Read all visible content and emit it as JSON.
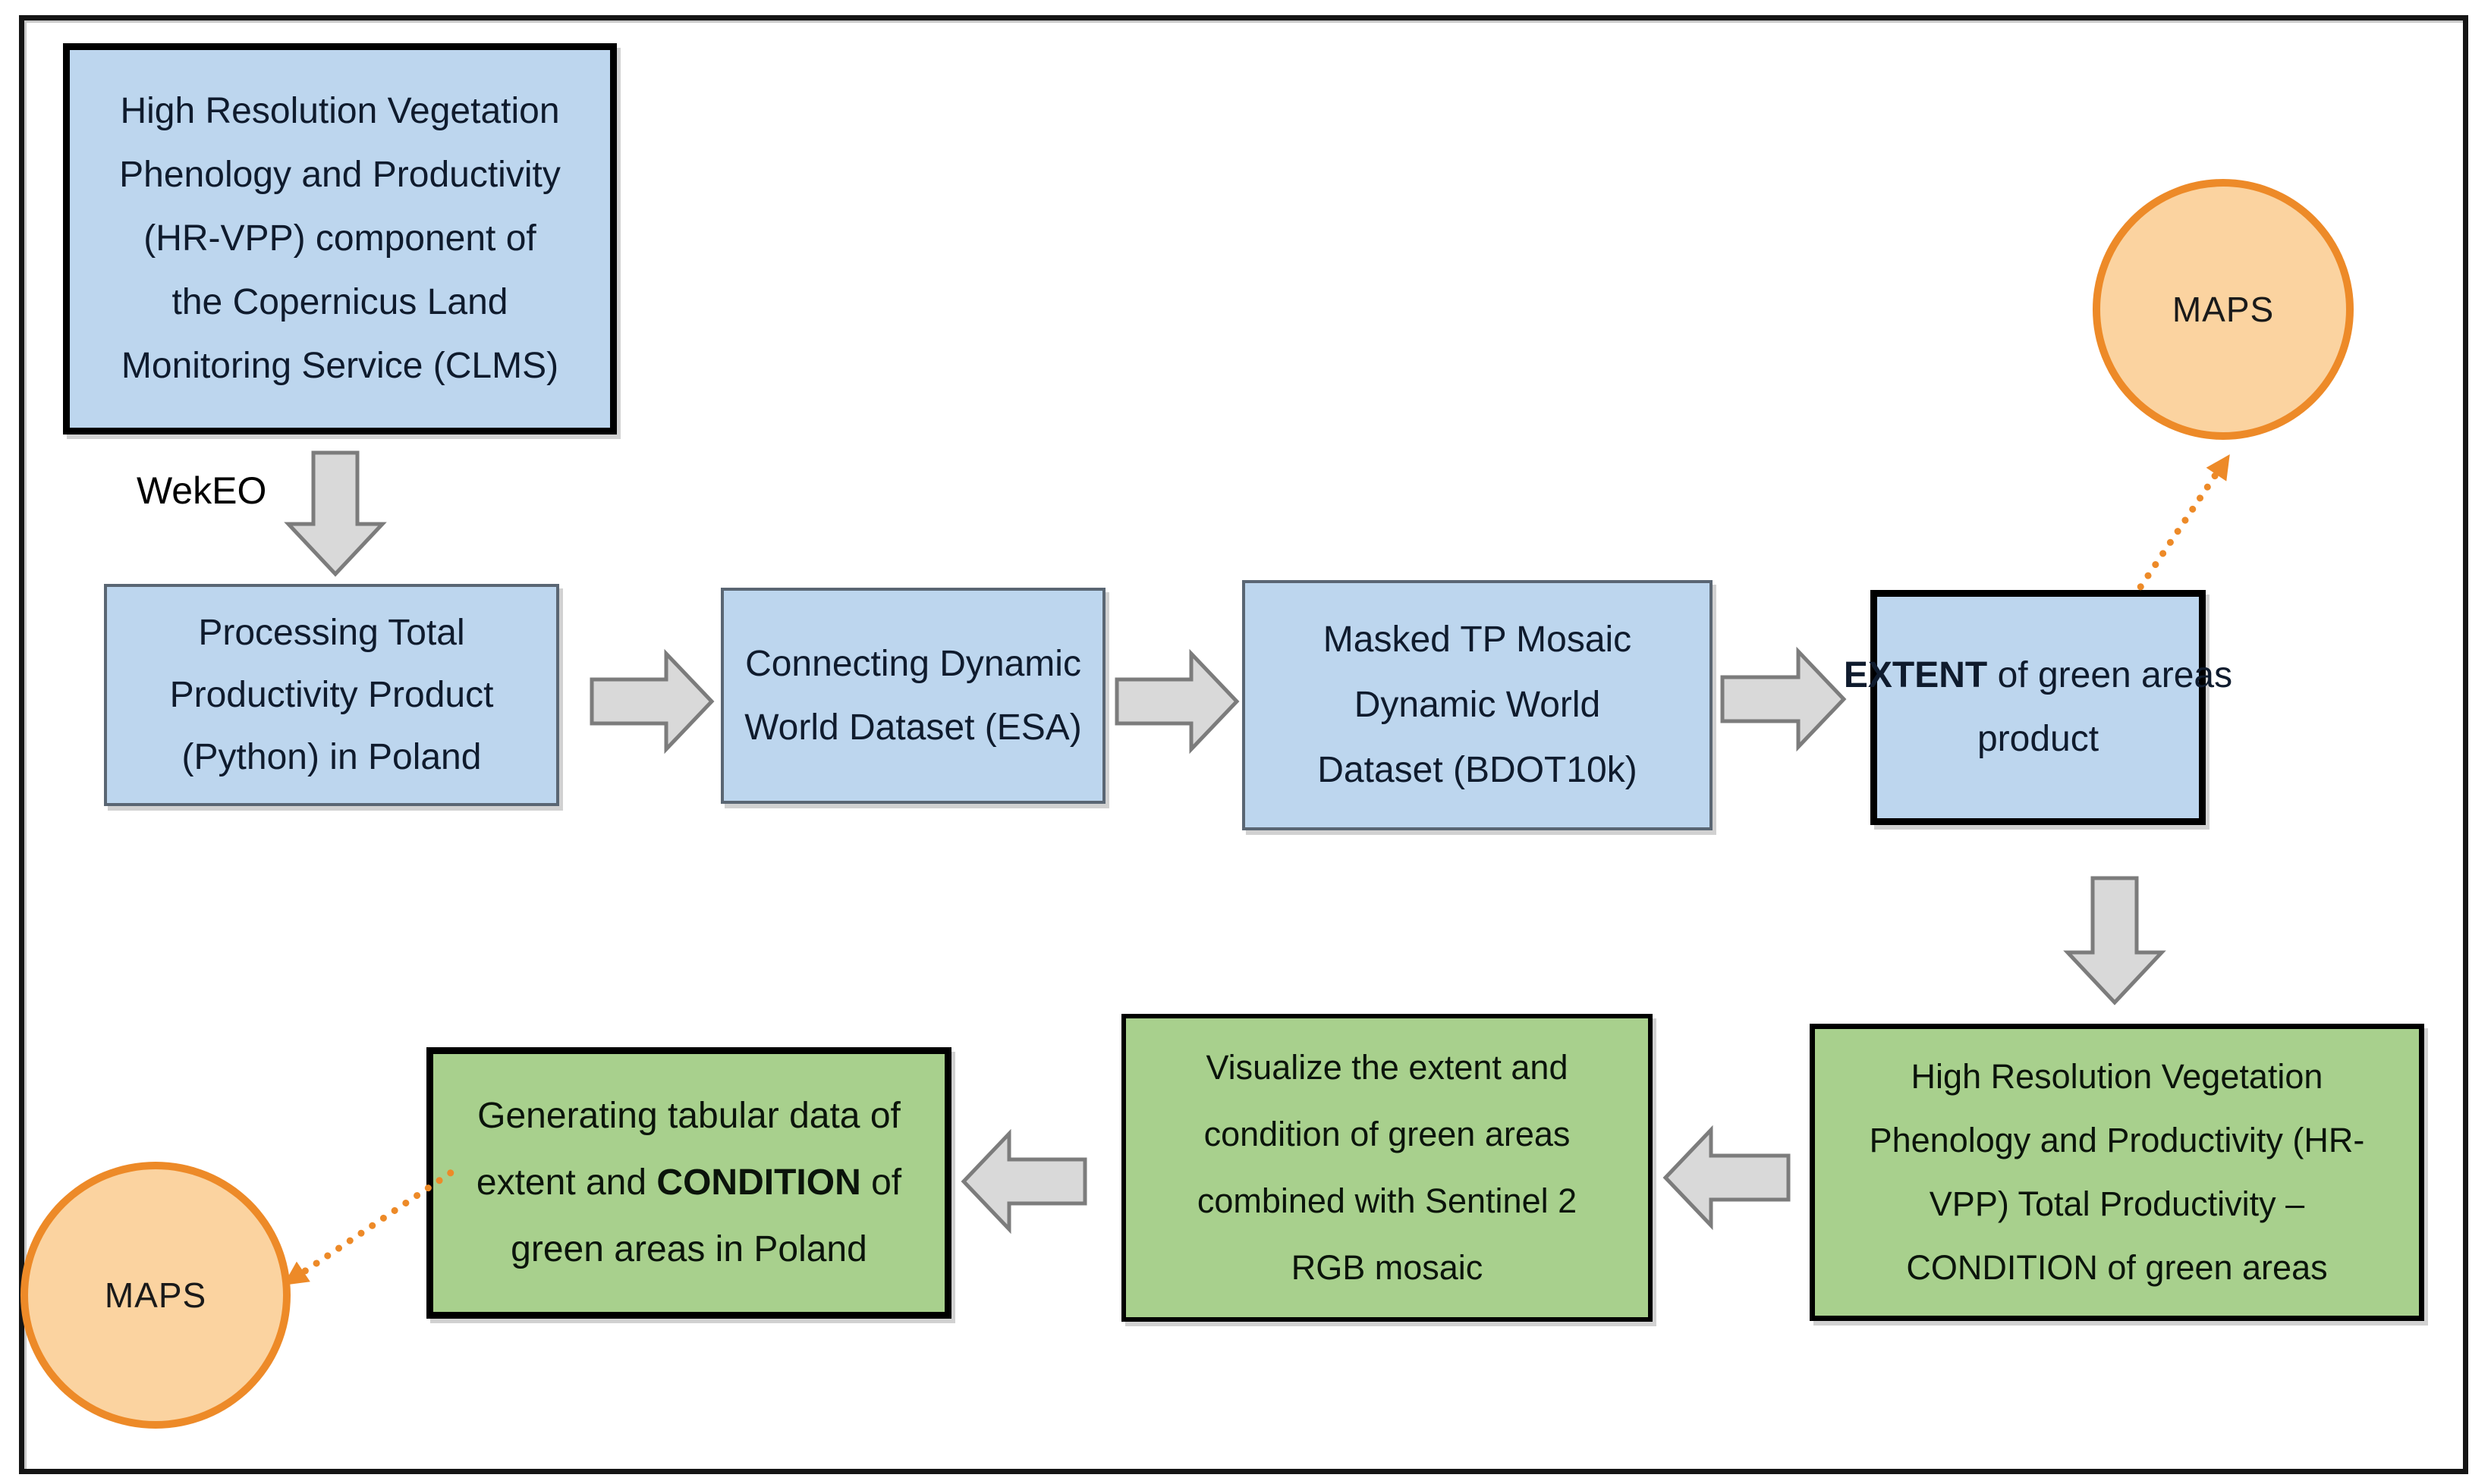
{
  "colors": {
    "blue_fill": "#BDD6EE",
    "blue_border": "#5A6673",
    "strong_border": "#000000",
    "green_fill": "#A8D08D",
    "arrow_fill": "#D9D9D9",
    "arrow_border": "#7C7C7C",
    "orange_border": "#ED8A28",
    "orange_fill": "#FBD3A0",
    "blue_text": "#0F1B2D",
    "green_text": "#0B140B",
    "label_text": "#000000"
  },
  "labels": {
    "wekeo": "WekEO"
  },
  "nodes": {
    "clms": {
      "lines": [
        "High Resolution Vegetation",
        "Phenology and Productivity",
        "(HR-VPP) component of",
        "the Copernicus Land",
        "Monitoring Service (CLMS)"
      ]
    },
    "processing": {
      "lines": [
        "Processing Total",
        "Productivity Product",
        "(Python) in Poland"
      ]
    },
    "connecting": {
      "lines": [
        "Connecting Dynamic",
        "World Dataset (ESA)"
      ]
    },
    "masked": {
      "lines": [
        "Masked TP Mosaic",
        "Dynamic World",
        "Dataset (BDOT10k)"
      ]
    },
    "extent": {
      "line1_bold": "EXTENT",
      "line1_rest": " of green areas",
      "line2": "product"
    },
    "condition": {
      "lines": [
        "High Resolution Vegetation",
        "Phenology and Productivity (HR-",
        "VPP) Total Productivity –",
        "CONDITION of green areas"
      ]
    },
    "visualize": {
      "lines": [
        "Visualize the extent and",
        "condition of green areas",
        "combined with Sentinel 2",
        "RGB mosaic"
      ]
    },
    "tabular": {
      "line1": "Generating tabular data of",
      "line2_pre": "extent and ",
      "line2_bold": "CONDITION",
      "line2_post": " of",
      "line3": "green areas in Poland"
    },
    "maps_top": {
      "label": "MAPS"
    },
    "maps_bottom": {
      "label": "MAPS"
    }
  }
}
